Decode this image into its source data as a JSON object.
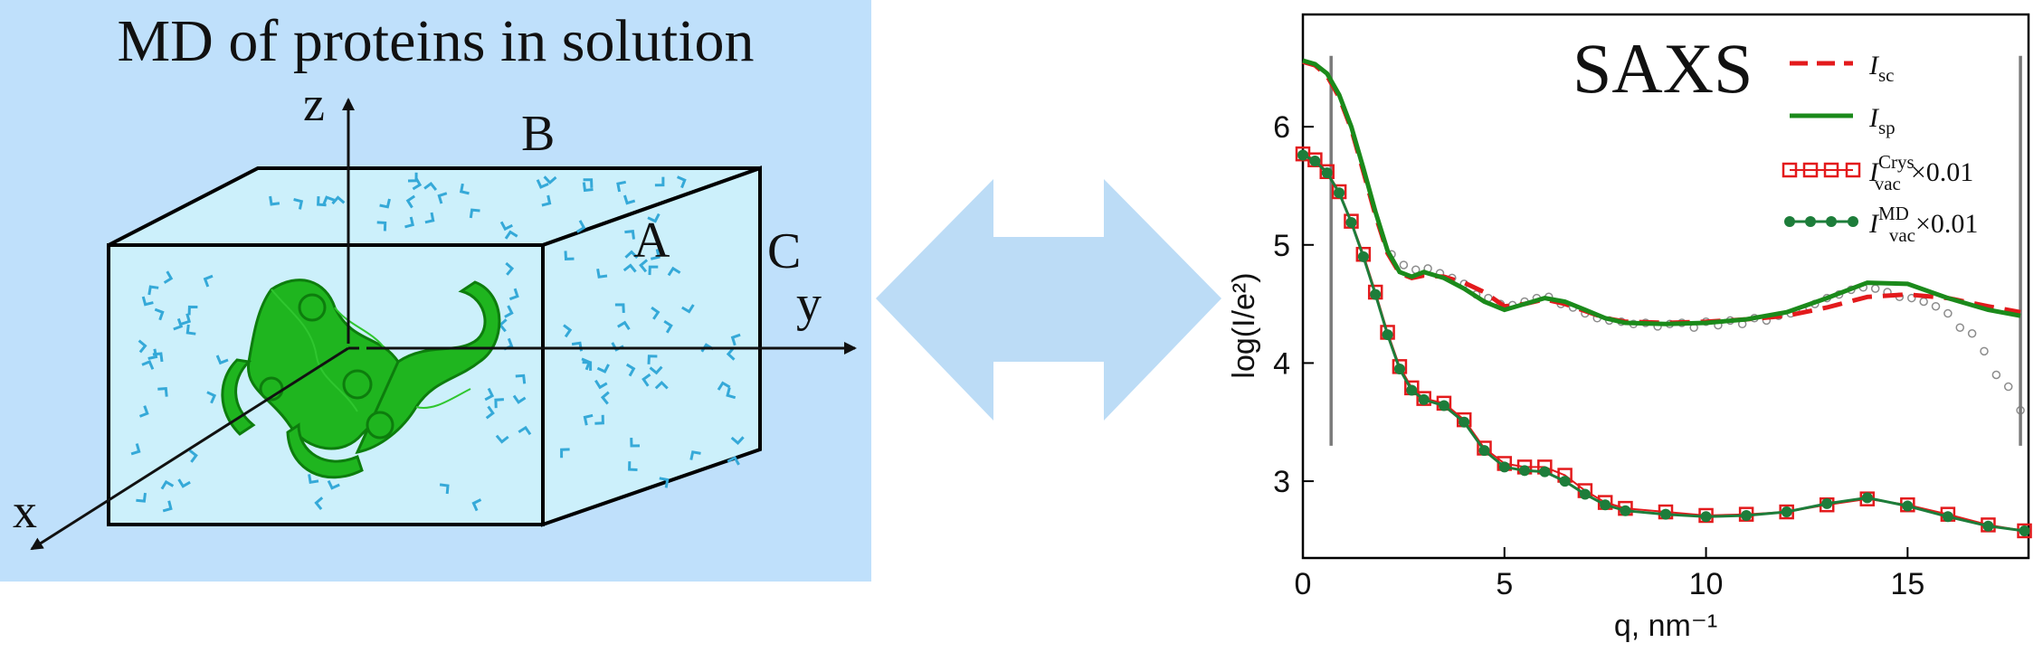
{
  "left": {
    "title": "MD of proteins in solution",
    "axes": {
      "z": "z",
      "x": "x",
      "y": "y"
    },
    "dims": {
      "a": "A",
      "b": "B",
      "c": "C"
    }
  },
  "chart_data": {
    "type": "line",
    "title": "SAXS",
    "xlabel": "q, nm⁻¹",
    "ylabel": "log(I/e²)",
    "xlim": [
      0,
      18
    ],
    "ylim": [
      2.35,
      6.95
    ],
    "xticks": [
      0,
      5,
      10,
      15
    ],
    "yticks": [
      3,
      4,
      5,
      6
    ],
    "legend_position": "top-right",
    "series": [
      {
        "name": "I_sc",
        "label_main": "I",
        "label_sub": "sc",
        "label_sup": "",
        "label_suffix": "",
        "style": "dashed",
        "color": "#e31a1c",
        "x": [
          0,
          0.3,
          0.6,
          0.9,
          1.2,
          1.5,
          1.8,
          2.1,
          2.4,
          2.7,
          3,
          3.5,
          4,
          4.5,
          5,
          5.5,
          6,
          6.5,
          7,
          7.5,
          8,
          9,
          10,
          11,
          12,
          13,
          14,
          15,
          16,
          17,
          17.8
        ],
        "y": [
          6.55,
          6.52,
          6.43,
          6.25,
          5.98,
          5.62,
          5.25,
          4.93,
          4.76,
          4.72,
          4.74,
          4.73,
          4.68,
          4.6,
          4.48,
          4.5,
          4.54,
          4.5,
          4.44,
          4.38,
          4.35,
          4.34,
          4.35,
          4.37,
          4.4,
          4.47,
          4.56,
          4.58,
          4.55,
          4.48,
          4.43
        ]
      },
      {
        "name": "I_sp",
        "label_main": "I",
        "label_sub": "sp",
        "label_sup": "",
        "label_suffix": "",
        "style": "solid",
        "color": "#1b8a1b",
        "x": [
          0,
          0.3,
          0.6,
          0.9,
          1.2,
          1.5,
          1.8,
          2.1,
          2.4,
          2.7,
          3,
          3.5,
          4,
          4.5,
          5,
          5.5,
          6,
          6.5,
          7,
          7.5,
          8,
          9,
          10,
          11,
          12,
          13,
          14,
          15,
          16,
          17,
          17.8
        ],
        "y": [
          6.56,
          6.53,
          6.45,
          6.27,
          6.0,
          5.65,
          5.28,
          4.95,
          4.77,
          4.73,
          4.77,
          4.72,
          4.63,
          4.52,
          4.45,
          4.5,
          4.55,
          4.52,
          4.45,
          4.38,
          4.34,
          4.33,
          4.34,
          4.37,
          4.43,
          4.55,
          4.68,
          4.67,
          4.55,
          4.45,
          4.4
        ]
      },
      {
        "name": "I_vac^Crys × 0.01",
        "label_main": "I",
        "label_sub": "vac",
        "label_sup": "Crys",
        "label_suffix": "×0.01",
        "style": "squares",
        "color": "#e31a1c",
        "x": [
          0,
          0.3,
          0.6,
          0.9,
          1.2,
          1.5,
          1.8,
          2.1,
          2.4,
          2.7,
          3,
          3.5,
          4,
          4.5,
          5,
          5.5,
          6,
          6.5,
          7,
          7.5,
          8,
          9,
          10,
          11,
          12,
          13,
          14,
          15,
          16,
          17,
          17.9
        ],
        "y": [
          5.77,
          5.72,
          5.62,
          5.45,
          5.2,
          4.92,
          4.6,
          4.26,
          3.97,
          3.79,
          3.7,
          3.66,
          3.52,
          3.28,
          3.15,
          3.12,
          3.12,
          3.05,
          2.92,
          2.82,
          2.77,
          2.74,
          2.71,
          2.72,
          2.74,
          2.8,
          2.85,
          2.8,
          2.72,
          2.63,
          2.58
        ]
      },
      {
        "name": "I_vac^MD × 0.01",
        "label_main": "I",
        "label_sub": "vac",
        "label_sup": "MD",
        "label_suffix": "×0.01",
        "style": "circles",
        "color": "#1d7d3a",
        "x": [
          0,
          0.3,
          0.6,
          0.9,
          1.2,
          1.5,
          1.8,
          2.1,
          2.4,
          2.7,
          3,
          3.5,
          4,
          4.5,
          5,
          5.5,
          6,
          6.5,
          7,
          7.5,
          8,
          9,
          10,
          11,
          12,
          13,
          14,
          15,
          16,
          17,
          17.9
        ],
        "y": [
          5.76,
          5.71,
          5.61,
          5.44,
          5.19,
          4.9,
          4.58,
          4.24,
          3.95,
          3.77,
          3.69,
          3.64,
          3.5,
          3.26,
          3.12,
          3.09,
          3.08,
          3.0,
          2.89,
          2.8,
          2.75,
          2.72,
          2.7,
          2.71,
          2.74,
          2.81,
          2.86,
          2.79,
          2.7,
          2.62,
          2.58
        ]
      }
    ],
    "experimental_points": {
      "marker": "open circle",
      "color": "#8c8c8c",
      "x": [
        2.2,
        2.5,
        2.8,
        3.1,
        3.4,
        3.7,
        4.0,
        4.3,
        4.6,
        4.9,
        5.2,
        5.5,
        5.8,
        6.1,
        6.4,
        6.7,
        7.0,
        7.3,
        7.6,
        7.9,
        8.2,
        8.5,
        8.8,
        9.1,
        9.4,
        9.7,
        10.0,
        10.3,
        10.6,
        10.9,
        11.2,
        11.5,
        11.8,
        12.1,
        12.4,
        12.7,
        13.0,
        13.3,
        13.6,
        13.9,
        14.2,
        14.5,
        14.8,
        15.1,
        15.4,
        15.7,
        16.0,
        16.3,
        16.6,
        16.9,
        17.2,
        17.5,
        17.8
      ],
      "y": [
        4.92,
        4.83,
        4.79,
        4.8,
        4.76,
        4.72,
        4.67,
        4.58,
        4.55,
        4.5,
        4.49,
        4.52,
        4.55,
        4.56,
        4.5,
        4.47,
        4.42,
        4.38,
        4.36,
        4.35,
        4.33,
        4.34,
        4.31,
        4.33,
        4.34,
        4.3,
        4.35,
        4.32,
        4.36,
        4.33,
        4.38,
        4.36,
        4.4,
        4.42,
        4.45,
        4.5,
        4.55,
        4.58,
        4.62,
        4.64,
        4.63,
        4.6,
        4.56,
        4.55,
        4.52,
        4.48,
        4.42,
        4.3,
        4.25,
        4.1,
        3.9,
        3.8,
        3.6
      ]
    },
    "vertical_markers_x": [
      0.7,
      17.8
    ]
  }
}
